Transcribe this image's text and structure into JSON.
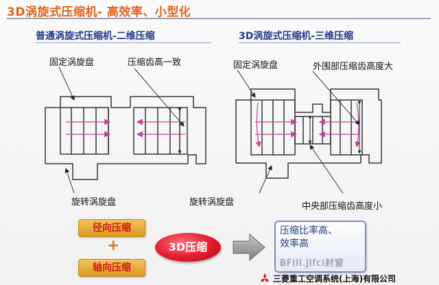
{
  "page": {
    "title": "3D涡旋式压缩机- 高效率、小型化"
  },
  "left_diagram": {
    "heading": "普通涡旋式压缩机-二维压缩",
    "label_fixed": "固定涡旋盘",
    "label_height": "压缩齿高一致",
    "label_orbiting": "旋转涡旋盘"
  },
  "right_diagram": {
    "heading": "3D涡旋式压缩机-三维压缩",
    "label_fixed": "固定涡旋盘",
    "label_outer": "外围部压缩齿高度大",
    "label_orbiting": "旋转涡旋盘",
    "label_center": "中央部压缩齿高度小"
  },
  "bottom": {
    "radial": "径向压缩",
    "plus": "+",
    "axial": "轴向压缩",
    "badge": "3D压缩",
    "result_line1": "压缩比率高、",
    "result_line2": "效率高",
    "result_line3": "BFIII.Jlfcl封窗",
    "company": "三菱重工空调系统(上海)有限公司"
  },
  "colors": {
    "title": "#e2621b",
    "heading": "#243a8c",
    "flow_arrow": "#c0439a",
    "pill": "#e8ab32",
    "badge": "#e01b2d",
    "result_border": "#7a8fb5"
  }
}
